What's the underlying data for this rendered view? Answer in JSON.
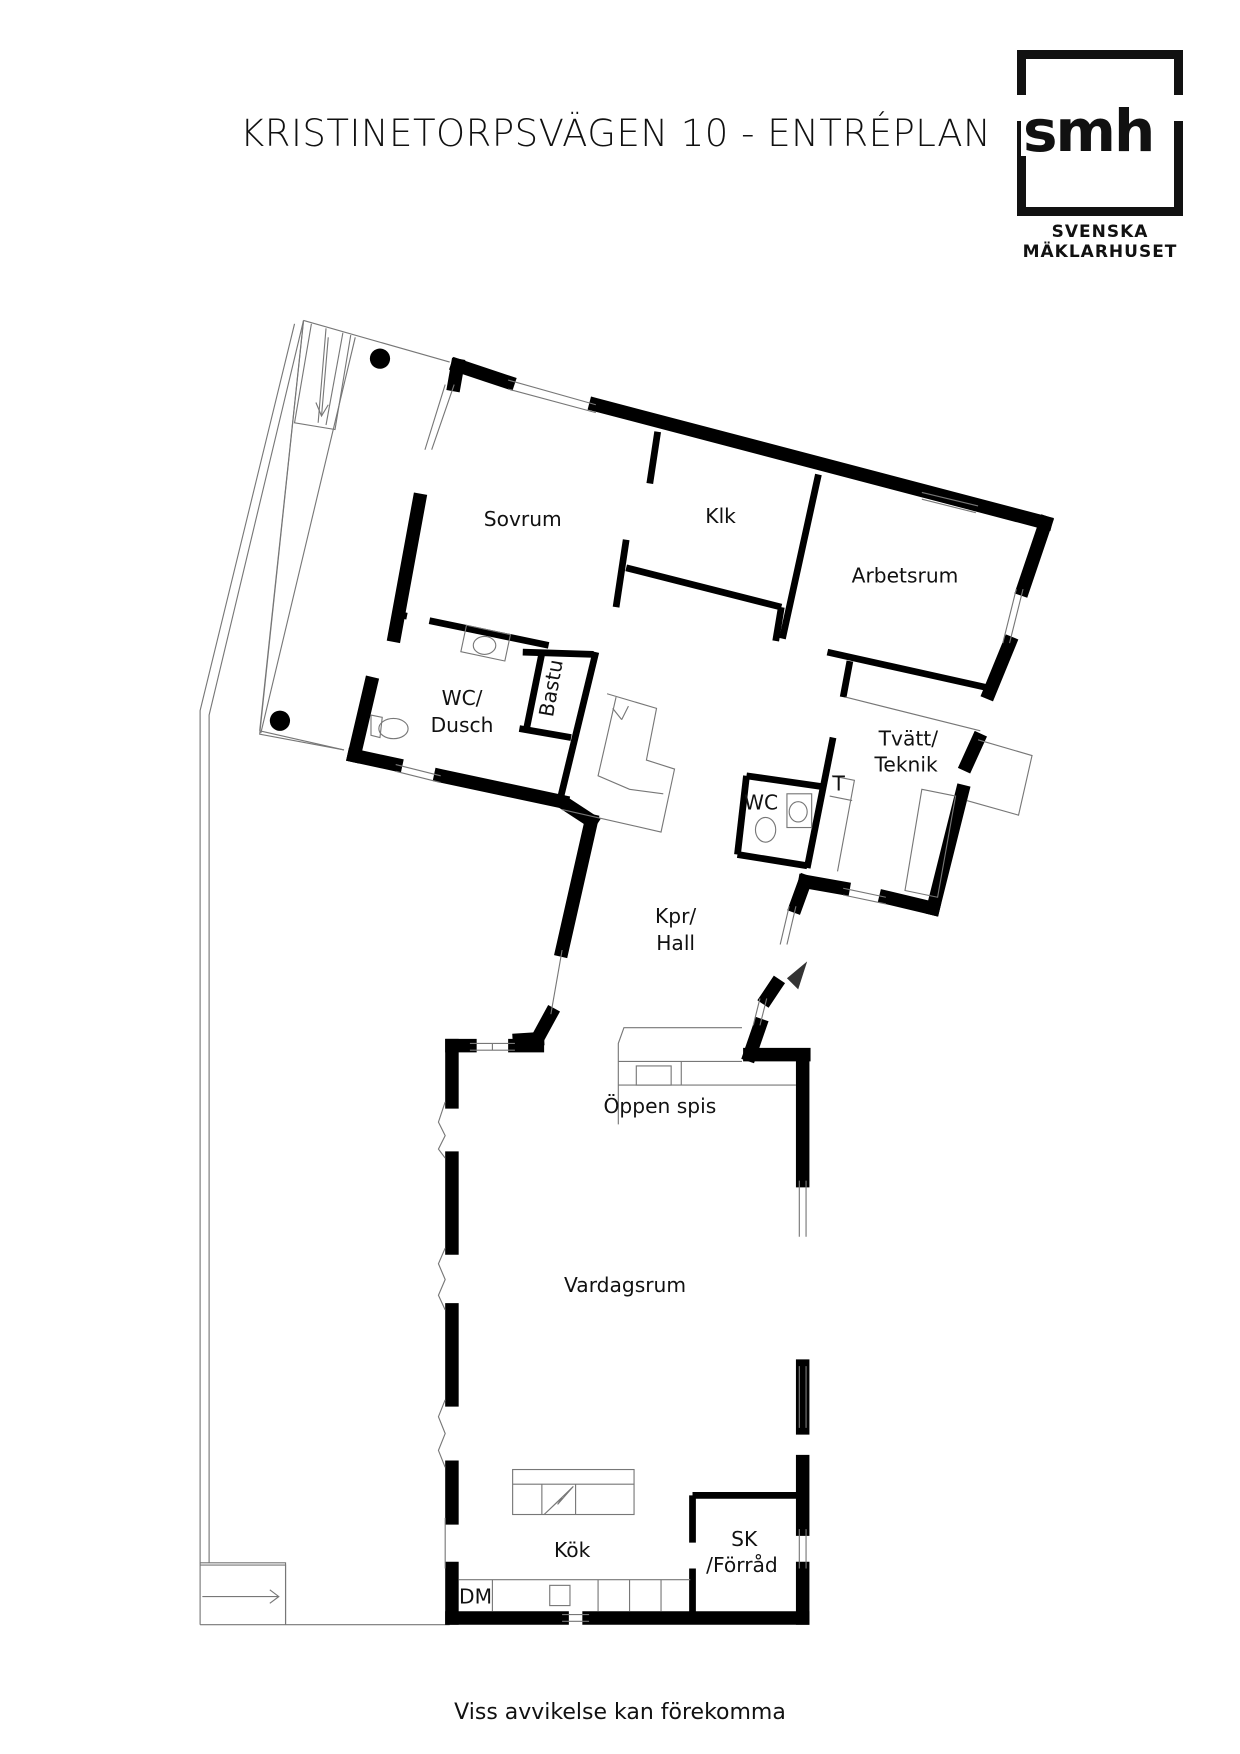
{
  "header": {
    "title": "KRISTINETORPSVÄGEN 10 - ENTRÉPLAN"
  },
  "logo": {
    "mark": "smh",
    "line1": "SVENSKA",
    "line2": "MÄKLARHUSET"
  },
  "rooms": {
    "sovrum": "Sovrum",
    "klk": "Klk",
    "arbetsrum": "Arbetsrum",
    "wc_dusch_1": "WC/",
    "wc_dusch_2": "Dusch",
    "bastu": "Bastu",
    "tvatt_1": "Tvätt/",
    "tvatt_2": "Teknik",
    "tumble": "T",
    "wc": "WC",
    "hall_1": "Kpr/",
    "hall_2": "Hall",
    "fireplace": "Öppen spis",
    "living": "Vardagsrum",
    "kitchen": "Kök",
    "storage_1": "SK",
    "storage_2": "/Förråd",
    "dishwasher": "DM"
  },
  "footer": {
    "disclaimer": "Viss avvikelse kan förekomma"
  }
}
